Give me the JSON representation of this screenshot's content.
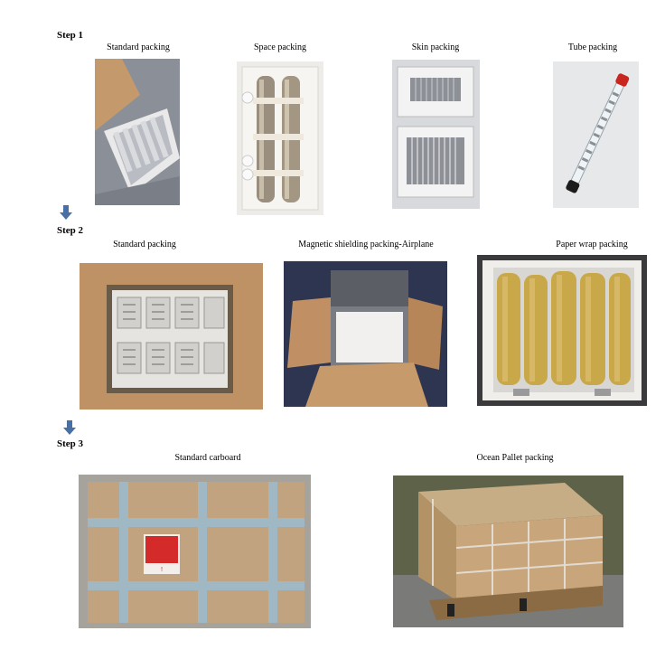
{
  "steps": {
    "step1": "Step 1",
    "step2": "Step 2",
    "step3": "Step 3"
  },
  "row1": {
    "standard": "Standard packing",
    "space": "Space packing",
    "skin": "Skin packing",
    "tube": "Tube packing"
  },
  "row2": {
    "standard": "Standard packing",
    "shield": "Magnetic shielding packing-Airplane",
    "paper": "Paper wrap packing"
  },
  "row3": {
    "carboard": "Standard  carboard",
    "pallet": "Ocean Pallet packing"
  },
  "colors": {
    "arrow": "#4a6fa5",
    "cardboard": "#b58a5c",
    "foam": "#f2f0ec"
  }
}
